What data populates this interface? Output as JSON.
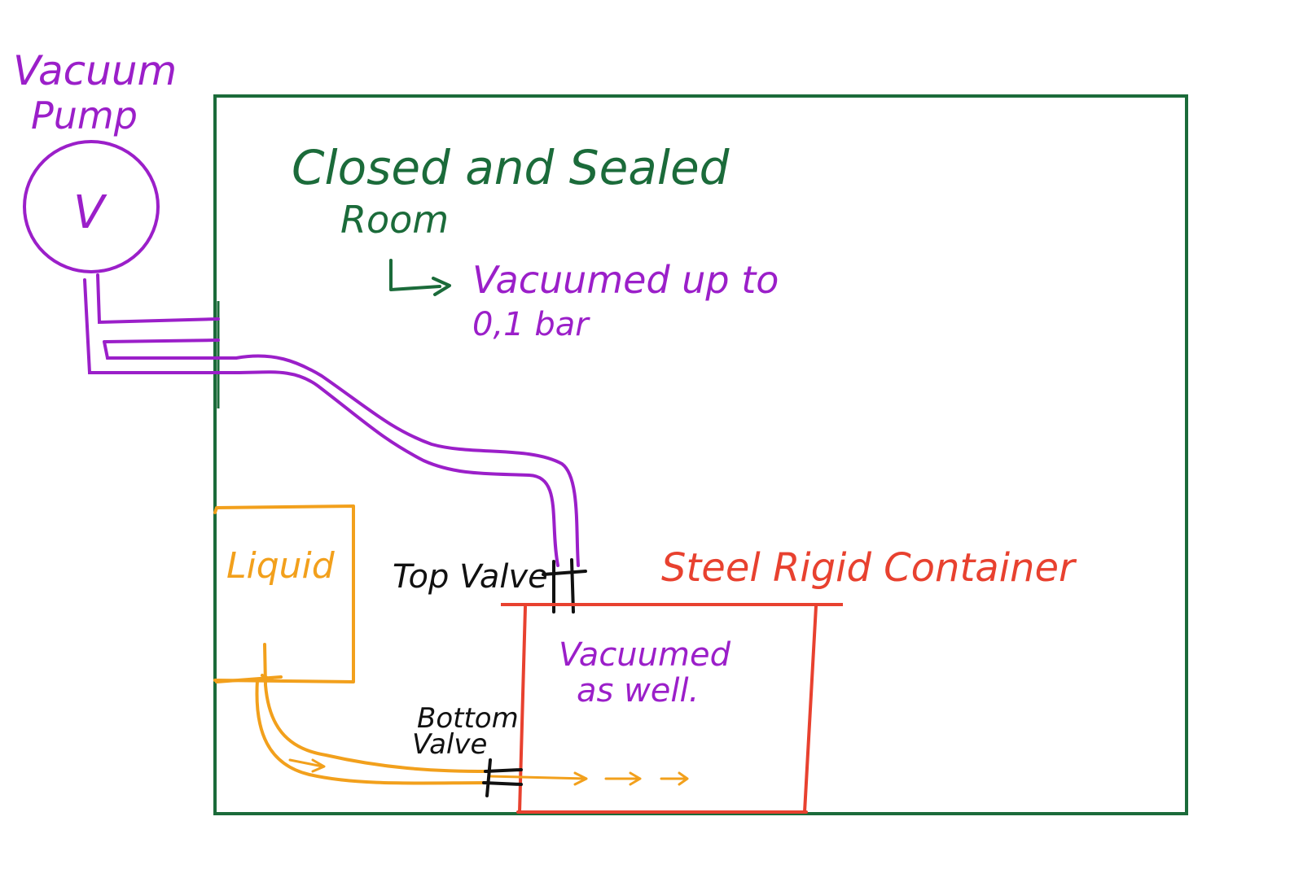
{
  "labels": {
    "pump_title_line1": "Vacuum",
    "pump_title_line2": "Pump",
    "pump_symbol": "V",
    "room_line1": "Closed and Sealed",
    "room_line2": "Room",
    "room_note_line1": "Vacuumed up to",
    "room_note_line2": "0,1 bar",
    "liquid": "Liquid",
    "top_valve": "Top Valve",
    "container": "Steel Rigid Container",
    "container_note_line1": "Vacuumed",
    "container_note_line2": "as well.",
    "bottom_valve_line1": "Bottom",
    "bottom_valve_line2": "Valve"
  },
  "colors": {
    "room": "#1b6b3a",
    "vacuum": "#9b1fc9",
    "liquid": "#f2a01c",
    "container": "#e8412f",
    "valve": "#111111"
  }
}
